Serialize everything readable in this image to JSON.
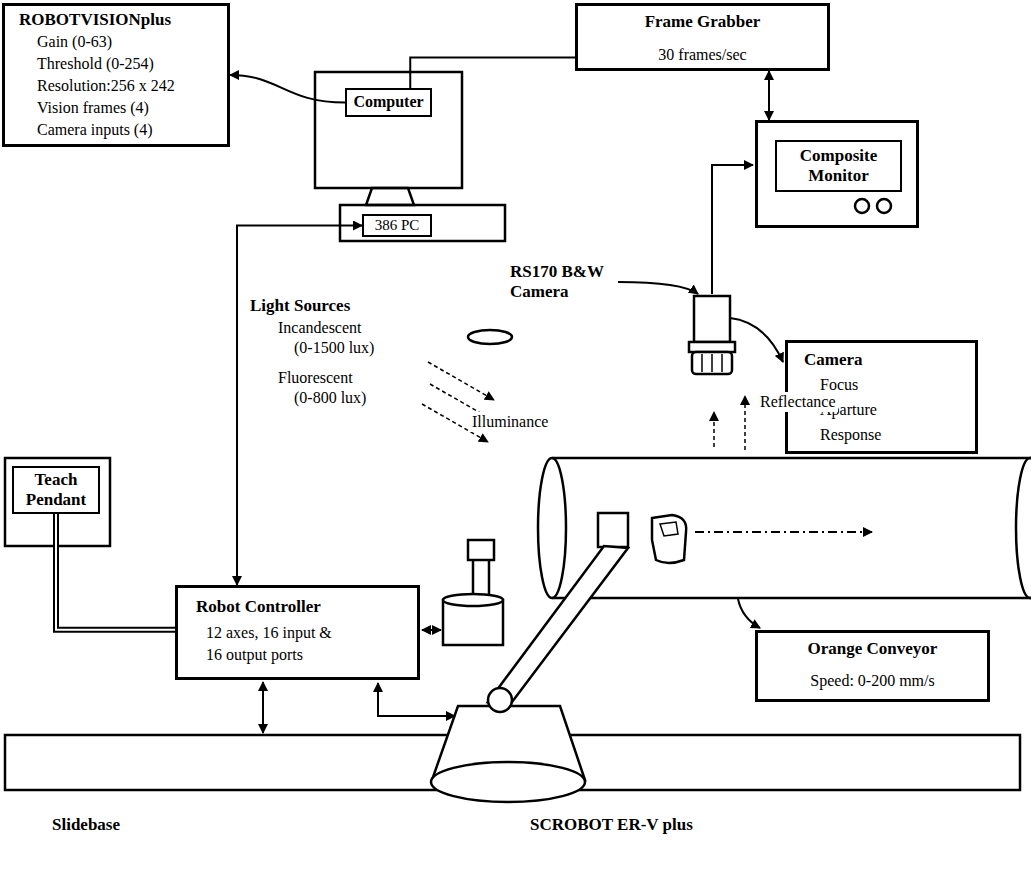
{
  "diagram": {
    "nodes": [
      {
        "text": [
          "ROBOTVISIONplus",
          "Gain (0-63)",
          "Threshold (0-254)",
          "Resolution:256 x 242",
          "Vision frames (4)",
          "Camera inputs (4)"
        ]
      },
      {
        "text": [
          "Frame Grabber",
          "30 frames/sec"
        ]
      },
      {
        "text": [
          "Computer"
        ]
      },
      {
        "text": [
          "Composite Monitor"
        ]
      },
      {
        "text": [
          "386 PC"
        ]
      },
      {
        "text": [
          "Camera",
          "Focus",
          "Aparture",
          "Response"
        ]
      },
      {
        "text": [
          "Teach Pendant"
        ]
      },
      {
        "text": [
          "Robot Controller",
          "12 axes, 16 input & 16 output ports"
        ]
      },
      {
        "text": [
          "Orange Conveyor",
          "Speed: 0-200 mm/s"
        ]
      }
    ],
    "edges": [
      {
        "from": 2,
        "to": 0,
        "arrow": "to"
      },
      {
        "from": 2,
        "to": 1,
        "arrow": "none"
      },
      {
        "from": 1,
        "to": 3,
        "arrow": "both"
      },
      {
        "from": 4,
        "to": 7,
        "arrow": "both"
      },
      {
        "from": 6,
        "to": 7,
        "arrow": "none"
      }
    ],
    "labels": [
      "RS170 B&W Camera",
      "Light Sources",
      "Incandescent",
      "(0-1500 lux)",
      "Fluorescent",
      "(0-800 lux)",
      "Reflectance",
      "Illuminance",
      "Slidebase",
      "SCROBOT ER-V plus"
    ]
  }
}
